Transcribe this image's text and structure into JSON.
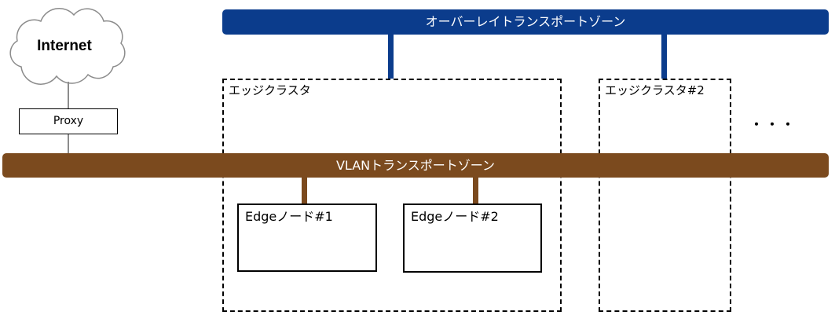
{
  "internet": {
    "label": "Internet"
  },
  "proxy": {
    "label": "Proxy"
  },
  "overlay_zone": {
    "label": "オーバーレイトランスポートゾーン"
  },
  "vlan_zone": {
    "label": "VLANトランスポートゾーン"
  },
  "edge_cluster_1": {
    "label": "エッジクラスタ",
    "nodes": [
      {
        "label": "Edgeノード#1"
      },
      {
        "label": "Edgeノード#2"
      }
    ]
  },
  "edge_cluster_2": {
    "label": "エッジクラスタ#2"
  },
  "more": {
    "label": "・・・"
  },
  "colors": {
    "overlay": "#0b3c8c",
    "vlan": "#7b4a1e",
    "link": "#8c8c8c"
  }
}
